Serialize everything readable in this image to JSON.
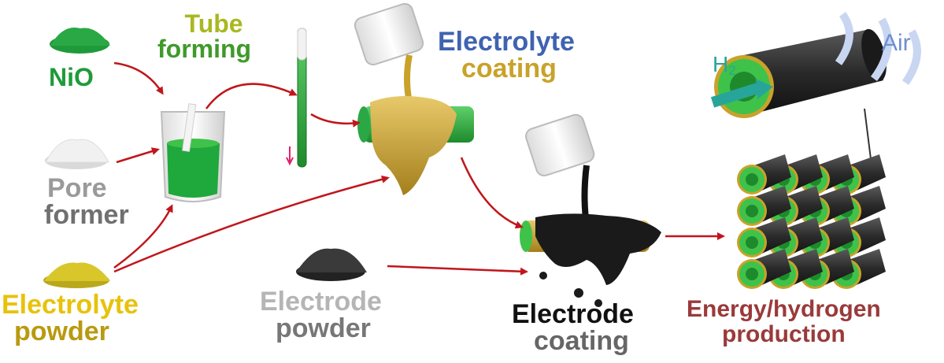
{
  "labels": {
    "nio": "NiO",
    "tube_forming": [
      "Tube",
      "forming"
    ],
    "electrolyte_coating": [
      "Electrolyte",
      "coating"
    ],
    "pore_former": [
      "Pore",
      "former"
    ],
    "electrolyte_powder": [
      "Electrolyte",
      "powder"
    ],
    "electrode_powder": [
      "Electrode",
      "powder"
    ],
    "electrode_coating": [
      "Electrode",
      "coating"
    ],
    "energy_production": [
      "Energy/hydrogen",
      "production"
    ],
    "air": "Air",
    "h2": "H",
    "h2_sub": "2"
  },
  "colors": {
    "arrow": "#c0161b",
    "nio_green": "#1f9a3a",
    "tube_forming": "#a8b820",
    "electrolyte_coating_a": "#3f63b0",
    "electrolyte_coating_b": "#c9a22a",
    "pore_former": "#9a9a9a",
    "electrolyte_powder": "#e8c20a",
    "electrode": "#888888",
    "electrode_coating": "#222222",
    "energy": "#9a3a3a",
    "tube_green": "#3fc24a",
    "tube_dark": "#2d2d2d",
    "gold": "#c9a22a",
    "h2": "#27a59a",
    "air": "#6f8fd0"
  }
}
